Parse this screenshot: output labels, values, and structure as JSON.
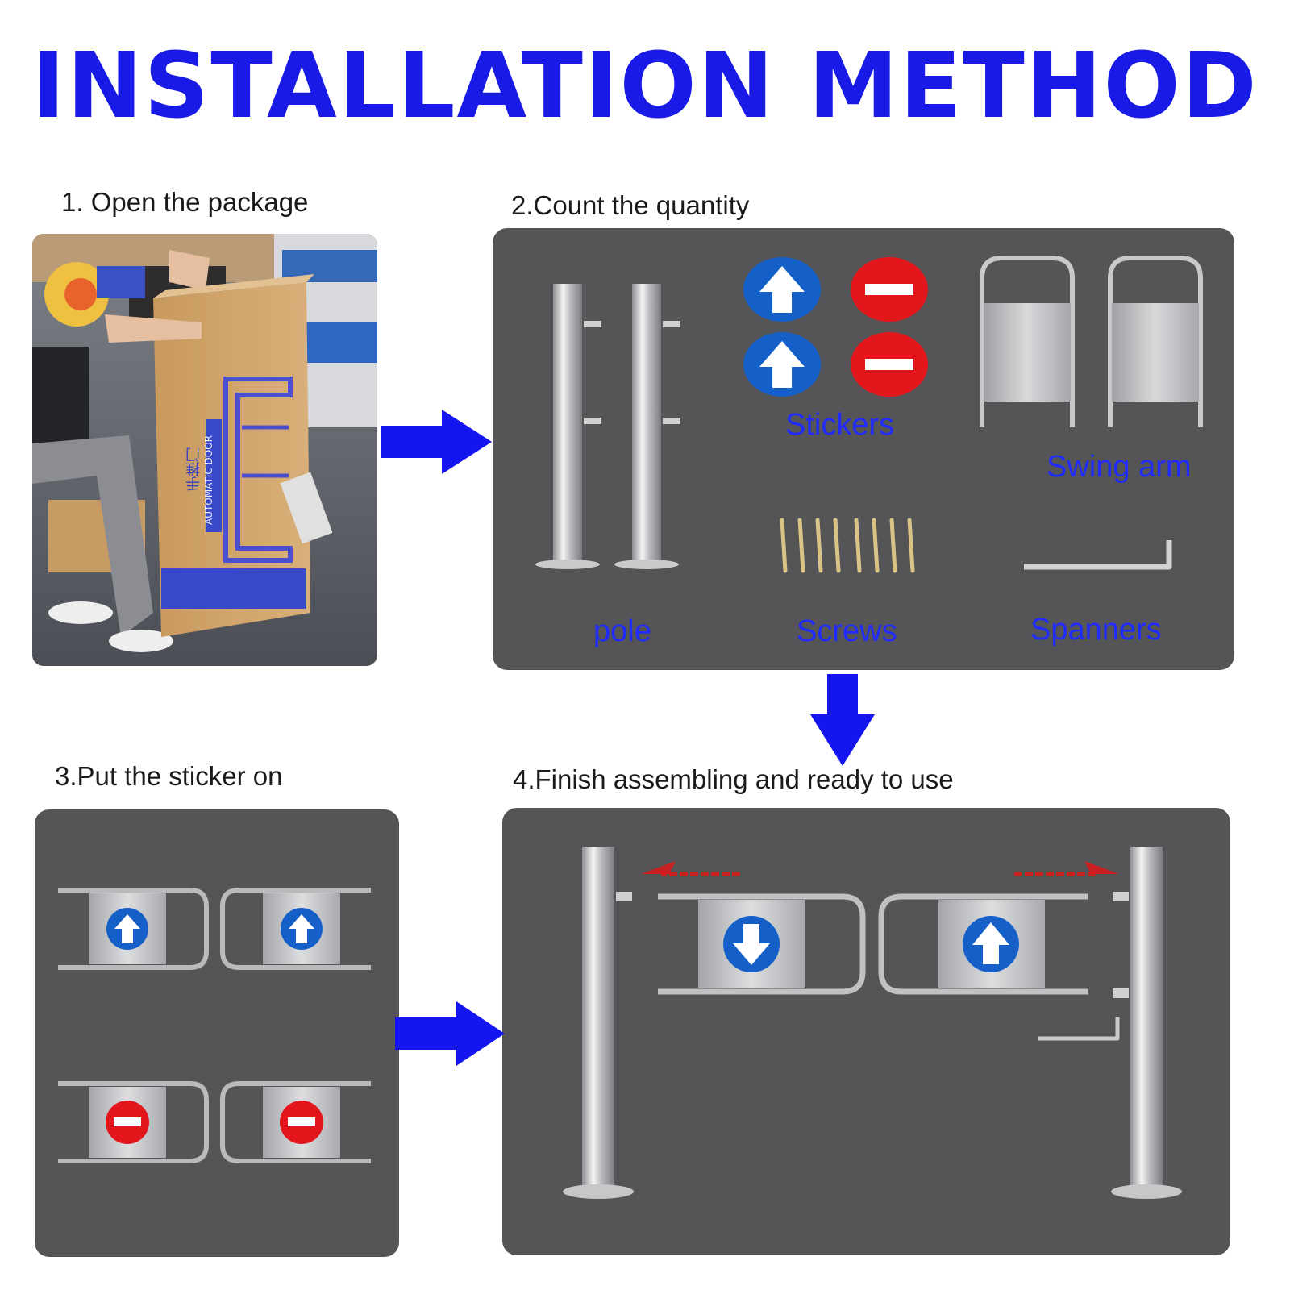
{
  "title": "INSTALLATION METHOD",
  "steps": [
    {
      "label": "1. Open the package"
    },
    {
      "label": "2.Count the quantity"
    },
    {
      "label": "3.Put the sticker on"
    },
    {
      "label": "4.Finish assembling and ready to use"
    }
  ],
  "parts": {
    "pole": "pole",
    "stickers": "Stickers",
    "swing_arm": "Swing arm",
    "screws": "Screws",
    "spanners": "Spanners"
  },
  "colors": {
    "title": "#1a1ae6",
    "arrow": "#1515f0",
    "panel": "#555557",
    "label": "#1f2bff",
    "sticker_blue": "#1560c8",
    "sticker_red": "#e3161b"
  },
  "box_print": {
    "brand_cn": "手推门",
    "brand_en": "AUTOMATIC DOOR"
  }
}
